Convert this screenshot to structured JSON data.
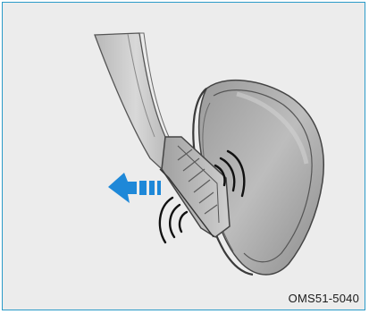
{
  "figure": {
    "reference_code": "OMS51-5040",
    "frame_color": "#2a9ac8",
    "background_color": "#ececec",
    "arrow_color": "#1e88d8",
    "icons": {
      "pedal_arm": "pedal-arm",
      "pedal_pad": "pedal-pad",
      "shoe": "shoe-sole",
      "motion": "left-motion-arrow",
      "vibration": "vibration-waves"
    }
  }
}
